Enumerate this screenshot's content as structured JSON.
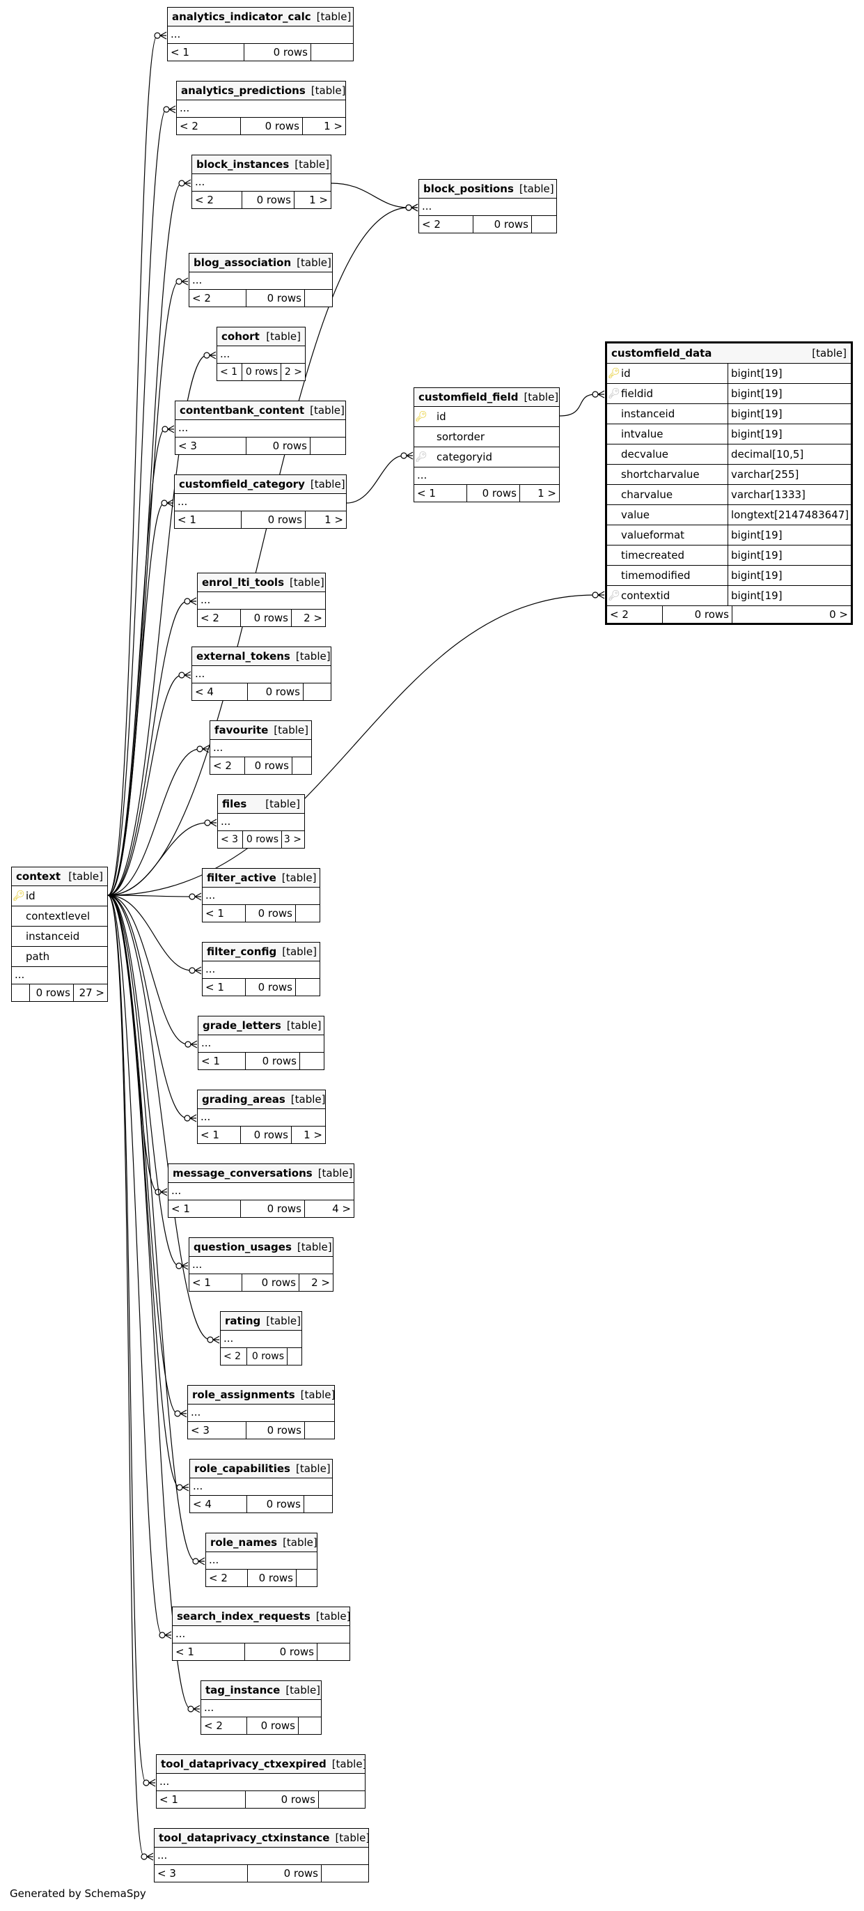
{
  "generator_text": "Generated by SchemaSpy",
  "tables": {
    "analytics_indicator_calc": {
      "name": "analytics_indicator_calc",
      "type": "[table]",
      "ellipsis": "...",
      "parents": "< 1",
      "rows": "0 rows",
      "children": ""
    },
    "analytics_predictions": {
      "name": "analytics_predictions",
      "type": "[table]",
      "ellipsis": "...",
      "parents": "< 2",
      "rows": "0 rows",
      "children": "1 >"
    },
    "block_instances": {
      "name": "block_instances",
      "type": "[table]",
      "ellipsis": "...",
      "parents": "< 2",
      "rows": "0 rows",
      "children": "1 >"
    },
    "block_positions": {
      "name": "block_positions",
      "type": "[table]",
      "ellipsis": "...",
      "parents": "< 2",
      "rows": "0 rows",
      "children": ""
    },
    "blog_association": {
      "name": "blog_association",
      "type": "[table]",
      "ellipsis": "...",
      "parents": "< 2",
      "rows": "0 rows",
      "children": ""
    },
    "cohort": {
      "name": "cohort",
      "type": "[table]",
      "ellipsis": "...",
      "parents": "< 1",
      "rows": "0 rows",
      "children": "2 >"
    },
    "contentbank_content": {
      "name": "contentbank_content",
      "type": "[table]",
      "ellipsis": "...",
      "parents": "< 3",
      "rows": "0 rows",
      "children": ""
    },
    "customfield_category": {
      "name": "customfield_category",
      "type": "[table]",
      "ellipsis": "...",
      "parents": "< 1",
      "rows": "0 rows",
      "children": "1 >"
    },
    "customfield_field": {
      "name": "customfield_field",
      "type": "[table]",
      "columns": [
        {
          "key": "pk",
          "name": "id"
        },
        {
          "key": "",
          "name": "sortorder"
        },
        {
          "key": "fk",
          "name": "categoryid"
        }
      ],
      "ellipsis": "...",
      "parents": "< 1",
      "rows": "0 rows",
      "children": "1 >"
    },
    "customfield_data": {
      "name": "customfield_data",
      "type": "[table]",
      "columns": [
        {
          "key": "pk",
          "name": "id",
          "dtype": "bigint[19]"
        },
        {
          "key": "fk",
          "name": "fieldid",
          "dtype": "bigint[19]"
        },
        {
          "key": "",
          "name": "instanceid",
          "dtype": "bigint[19]"
        },
        {
          "key": "",
          "name": "intvalue",
          "dtype": "bigint[19]"
        },
        {
          "key": "",
          "name": "decvalue",
          "dtype": "decimal[10,5]"
        },
        {
          "key": "",
          "name": "shortcharvalue",
          "dtype": "varchar[255]"
        },
        {
          "key": "",
          "name": "charvalue",
          "dtype": "varchar[1333]"
        },
        {
          "key": "",
          "name": "value",
          "dtype": "longtext[2147483647]"
        },
        {
          "key": "",
          "name": "valueformat",
          "dtype": "bigint[19]"
        },
        {
          "key": "",
          "name": "timecreated",
          "dtype": "bigint[19]"
        },
        {
          "key": "",
          "name": "timemodified",
          "dtype": "bigint[19]"
        },
        {
          "key": "fk",
          "name": "contextid",
          "dtype": "bigint[19]"
        }
      ],
      "parents": "< 2",
      "rows": "0 rows",
      "children": "0 >"
    },
    "context": {
      "name": "context",
      "type": "[table]",
      "columns": [
        {
          "key": "pk",
          "name": "id"
        },
        {
          "key": "",
          "name": "contextlevel"
        },
        {
          "key": "",
          "name": "instanceid"
        },
        {
          "key": "",
          "name": "path"
        }
      ],
      "ellipsis": "...",
      "parents": "",
      "rows": "0 rows",
      "children": "27 >"
    },
    "enrol_lti_tools": {
      "name": "enrol_lti_tools",
      "type": "[table]",
      "ellipsis": "...",
      "parents": "< 2",
      "rows": "0 rows",
      "children": "2 >"
    },
    "external_tokens": {
      "name": "external_tokens",
      "type": "[table]",
      "ellipsis": "...",
      "parents": "< 4",
      "rows": "0 rows",
      "children": ""
    },
    "favourite": {
      "name": "favourite",
      "type": "[table]",
      "ellipsis": "...",
      "parents": "< 2",
      "rows": "0 rows",
      "children": ""
    },
    "files": {
      "name": "files",
      "type": "[table]",
      "ellipsis": "...",
      "parents": "< 3",
      "rows": "0 rows",
      "children": "3 >"
    },
    "filter_active": {
      "name": "filter_active",
      "type": "[table]",
      "ellipsis": "...",
      "parents": "< 1",
      "rows": "0 rows",
      "children": ""
    },
    "filter_config": {
      "name": "filter_config",
      "type": "[table]",
      "ellipsis": "...",
      "parents": "< 1",
      "rows": "0 rows",
      "children": ""
    },
    "grade_letters": {
      "name": "grade_letters",
      "type": "[table]",
      "ellipsis": "...",
      "parents": "< 1",
      "rows": "0 rows",
      "children": ""
    },
    "grading_areas": {
      "name": "grading_areas",
      "type": "[table]",
      "ellipsis": "...",
      "parents": "< 1",
      "rows": "0 rows",
      "children": "1 >"
    },
    "message_conversations": {
      "name": "message_conversations",
      "type": "[table]",
      "ellipsis": "...",
      "parents": "< 1",
      "rows": "0 rows",
      "children": "4 >"
    },
    "question_usages": {
      "name": "question_usages",
      "type": "[table]",
      "ellipsis": "...",
      "parents": "< 1",
      "rows": "0 rows",
      "children": "2 >"
    },
    "rating": {
      "name": "rating",
      "type": "[table]",
      "ellipsis": "...",
      "parents": "< 2",
      "rows": "0 rows",
      "children": ""
    },
    "role_assignments": {
      "name": "role_assignments",
      "type": "[table]",
      "ellipsis": "...",
      "parents": "< 3",
      "rows": "0 rows",
      "children": ""
    },
    "role_capabilities": {
      "name": "role_capabilities",
      "type": "[table]",
      "ellipsis": "...",
      "parents": "< 4",
      "rows": "0 rows",
      "children": ""
    },
    "role_names": {
      "name": "role_names",
      "type": "[table]",
      "ellipsis": "...",
      "parents": "< 2",
      "rows": "0 rows",
      "children": ""
    },
    "search_index_requests": {
      "name": "search_index_requests",
      "type": "[table]",
      "ellipsis": "...",
      "parents": "< 1",
      "rows": "0 rows",
      "children": ""
    },
    "tag_instance": {
      "name": "tag_instance",
      "type": "[table]",
      "ellipsis": "...",
      "parents": "< 2",
      "rows": "0 rows",
      "children": ""
    },
    "tool_dataprivacy_ctxexpired": {
      "name": "tool_dataprivacy_ctxexpired",
      "type": "[table]",
      "ellipsis": "...",
      "parents": "< 1",
      "rows": "0 rows",
      "children": ""
    },
    "tool_dataprivacy_ctxinstance": {
      "name": "tool_dataprivacy_ctxinstance",
      "type": "[table]",
      "ellipsis": "...",
      "parents": "< 3",
      "rows": "0 rows",
      "children": ""
    }
  },
  "relationships": [
    {
      "from": "context",
      "to": "analytics_indicator_calc"
    },
    {
      "from": "context",
      "to": "analytics_predictions"
    },
    {
      "from": "context",
      "to": "block_instances"
    },
    {
      "from": "context",
      "to": "block_positions"
    },
    {
      "from": "block_instances",
      "to": "block_positions"
    },
    {
      "from": "context",
      "to": "blog_association"
    },
    {
      "from": "context",
      "to": "cohort"
    },
    {
      "from": "context",
      "to": "contentbank_content"
    },
    {
      "from": "context",
      "to": "customfield_category"
    },
    {
      "from": "customfield_category",
      "to": "customfield_field"
    },
    {
      "from": "customfield_field",
      "to": "customfield_data"
    },
    {
      "from": "context",
      "to": "customfield_data"
    },
    {
      "from": "context",
      "to": "enrol_lti_tools"
    },
    {
      "from": "context",
      "to": "external_tokens"
    },
    {
      "from": "context",
      "to": "favourite"
    },
    {
      "from": "context",
      "to": "files"
    },
    {
      "from": "context",
      "to": "filter_active"
    },
    {
      "from": "context",
      "to": "filter_config"
    },
    {
      "from": "context",
      "to": "grade_letters"
    },
    {
      "from": "context",
      "to": "grading_areas"
    },
    {
      "from": "context",
      "to": "message_conversations"
    },
    {
      "from": "context",
      "to": "question_usages"
    },
    {
      "from": "context",
      "to": "rating"
    },
    {
      "from": "context",
      "to": "role_assignments"
    },
    {
      "from": "context",
      "to": "role_capabilities"
    },
    {
      "from": "context",
      "to": "role_names"
    },
    {
      "from": "context",
      "to": "search_index_requests"
    },
    {
      "from": "context",
      "to": "tag_instance"
    },
    {
      "from": "context",
      "to": "tool_dataprivacy_ctxexpired"
    },
    {
      "from": "context",
      "to": "tool_dataprivacy_ctxinstance"
    }
  ]
}
